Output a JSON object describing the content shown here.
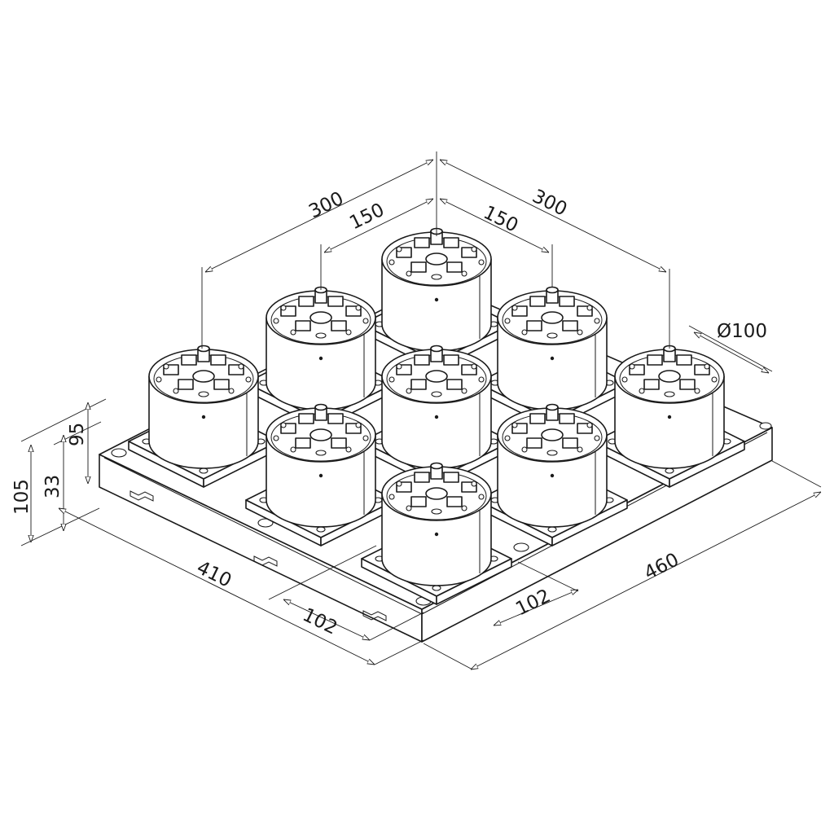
{
  "dimensions": {
    "span_left": "300",
    "span_right": "300",
    "pitch_left": "150",
    "pitch_right": "150",
    "chuck_diameter": "Ø100",
    "plate_length": "460",
    "plate_width": "410",
    "total_height": "105",
    "plate_height": "33",
    "chuck_height": "95",
    "slot_spacing_left": "102",
    "slot_spacing_right": "102"
  },
  "chucks": [
    {
      "id": "back"
    },
    {
      "id": "left-upper"
    },
    {
      "id": "right-upper"
    },
    {
      "id": "left"
    },
    {
      "id": "center"
    },
    {
      "id": "right"
    },
    {
      "id": "left-lower"
    },
    {
      "id": "right-lower"
    },
    {
      "id": "front"
    }
  ]
}
